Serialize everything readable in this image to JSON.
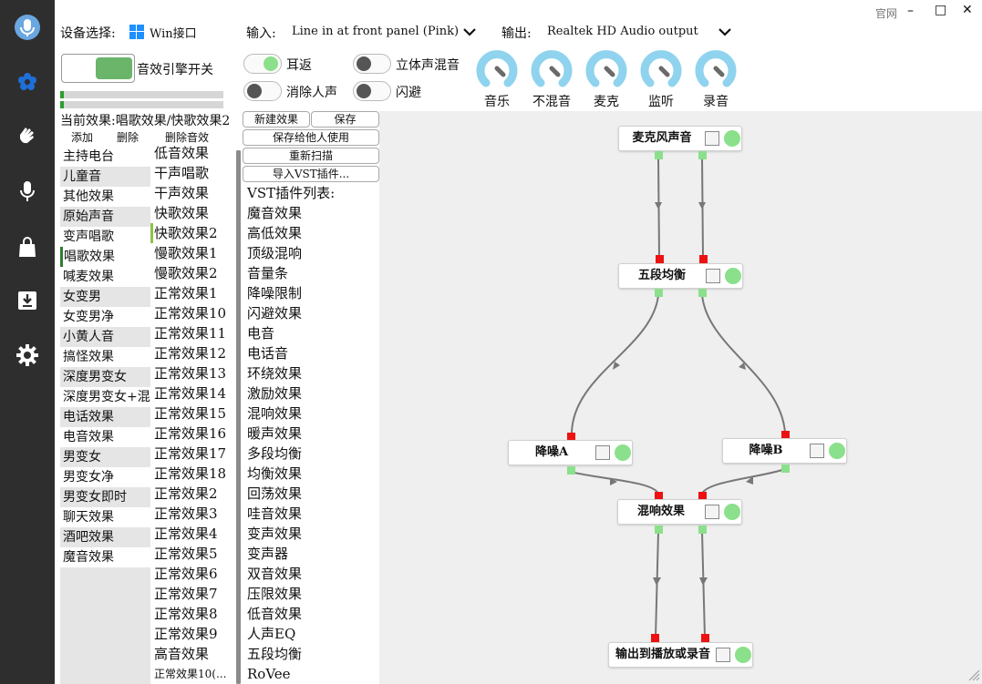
{
  "header": {
    "device_label": "设备选择:",
    "device_value": "Win接口",
    "input_label": "输入:",
    "input_value": "Line in at front panel (Pink)",
    "output_label": "输出:",
    "output_value": "Realtek HD Audio output",
    "official_site": "官网"
  },
  "engine": {
    "label": "音效引擎开关"
  },
  "toggles": {
    "ear_return": "耳返",
    "stereo_mix": "立体声混音",
    "vocal_remove": "消除人声",
    "ducking": "闪避"
  },
  "knobs": [
    "音乐",
    "不混音",
    "麦克",
    "监听",
    "录音"
  ],
  "current_effect": "当前效果:唱歌效果/快歌效果2",
  "actions": {
    "add": "添加",
    "delete": "删除",
    "delete_effect": "删除音效"
  },
  "buttons": {
    "new_effect": "新建效果",
    "save": "保存",
    "save_share": "保存给他人使用",
    "rescan": "重新扫描",
    "import_vst": "导入VST插件..."
  },
  "categories": [
    "主持电台",
    "儿童音",
    "其他效果",
    "原始声音",
    "变声唱歌",
    "唱歌效果",
    "喊麦效果",
    "女变男",
    "女变男净",
    "小黄人音",
    "搞怪效果",
    "深度男变女",
    "深度男变女+混响",
    "电话效果",
    "电音效果",
    "男变女",
    "男变女净",
    "男变女即时",
    "聊天效果",
    "酒吧效果",
    "魔音效果"
  ],
  "presets": [
    "低音效果",
    "干声唱歌",
    "干声效果",
    "快歌效果",
    "快歌效果2",
    "慢歌效果1",
    "慢歌效果2",
    "正常效果1",
    "正常效果10",
    "正常效果11",
    "正常效果12",
    "正常效果13",
    "正常效果14",
    "正常效果15",
    "正常效果16",
    "正常效果17",
    "正常效果18",
    "正常效果2",
    "正常效果3",
    "正常效果4",
    "正常效果5",
    "正常效果6",
    "正常效果7",
    "正常效果8",
    "正常效果9",
    "高音效果",
    "正常效果10(..."
  ],
  "vst": {
    "title": "VST插件列表:",
    "items": [
      "魔音效果",
      "高低效果",
      "顶级混响",
      "音量条",
      "降噪限制",
      "闪避效果",
      "电音",
      "电话音",
      "环绕效果",
      "激励效果",
      "混响效果",
      "暖声效果",
      "多段均衡",
      "均衡效果",
      "回荡效果",
      "哇音效果",
      "变声效果",
      "变声器",
      "双音效果",
      "压限效果",
      "低音效果",
      "人声EQ",
      "五段均衡",
      "RoVee"
    ]
  },
  "graph": {
    "nodes": {
      "mic": "麦克风声音",
      "eq5": "五段均衡",
      "nra": "降噪A",
      "nrb": "降噪B",
      "reverb": "混响效果",
      "out": "输出到播放或录音"
    }
  },
  "colors": {
    "sidebar": "#2e2e2e",
    "accent_green": "#8be08b",
    "port_in": "#ee1111",
    "knob_blue": "#8fd3ee",
    "graph_bg": "#efefef"
  }
}
